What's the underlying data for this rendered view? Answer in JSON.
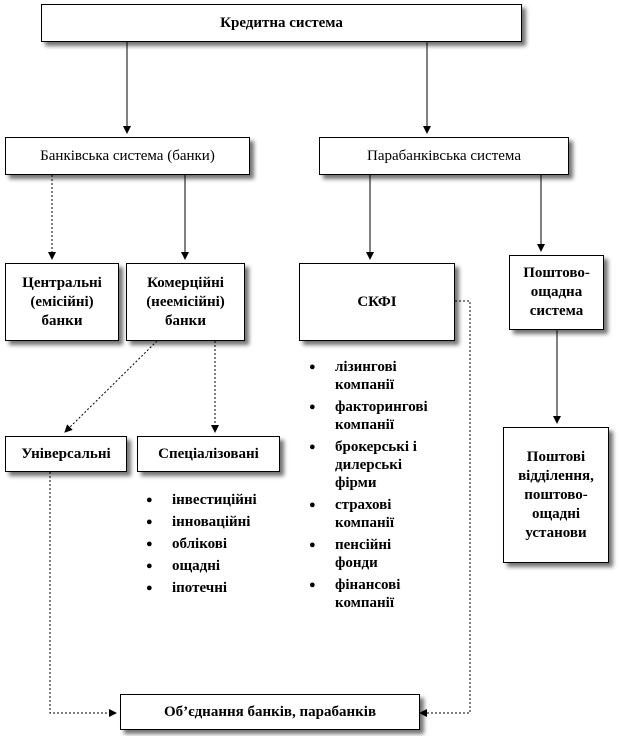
{
  "boxes": {
    "credit_system": "Кредитна система",
    "banking_system": "Банківська система (банки)",
    "parabanking_system": "Парабанківська система",
    "central_banks": [
      "Центральні",
      "(емісійні)",
      "банки"
    ],
    "commercial_banks": [
      "Комерційні",
      "(неемісійні)",
      "банки"
    ],
    "skfi": "СКФІ",
    "postal_savings_system": [
      "Поштово-",
      "ощадна",
      "система"
    ],
    "universal": "Універсальні",
    "specialized": "Спеціалізовані",
    "postal_offices": [
      "Поштові",
      "відділення,",
      "поштово-",
      "ощадні",
      "установи"
    ],
    "bank_associations": "Об’єднання банків, парабанків"
  },
  "specialized_list": [
    "інвестиційні",
    "інноваційні",
    "облікові",
    "ощадні",
    "іпотечні"
  ],
  "skfi_list": [
    [
      "лізингові",
      "компанії"
    ],
    [
      "факторингові",
      "компанії"
    ],
    [
      "брокерські і",
      "дилерські",
      "фірми"
    ],
    [
      "страхові",
      "компанії"
    ],
    [
      "пенсійні",
      "фонди"
    ],
    [
      "фінансові",
      "компанії"
    ]
  ]
}
